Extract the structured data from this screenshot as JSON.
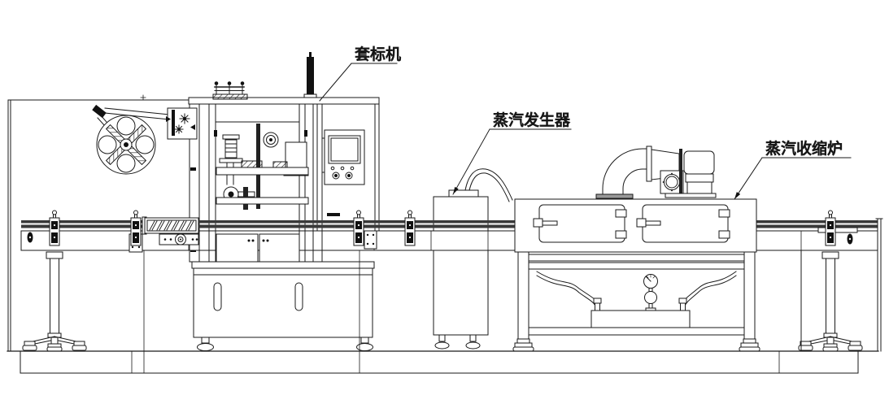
{
  "diagram": {
    "type": "engineering-line-drawing",
    "labels": {
      "labeler": "套标机",
      "steam_generator": "蒸汽发生器",
      "shrink_tunnel": "蒸汽收缩炉"
    },
    "colors": {
      "line": "#1a1a1a",
      "dark_fill": "#111111",
      "rail": "#3a3a3a",
      "background": "#ffffff"
    }
  }
}
